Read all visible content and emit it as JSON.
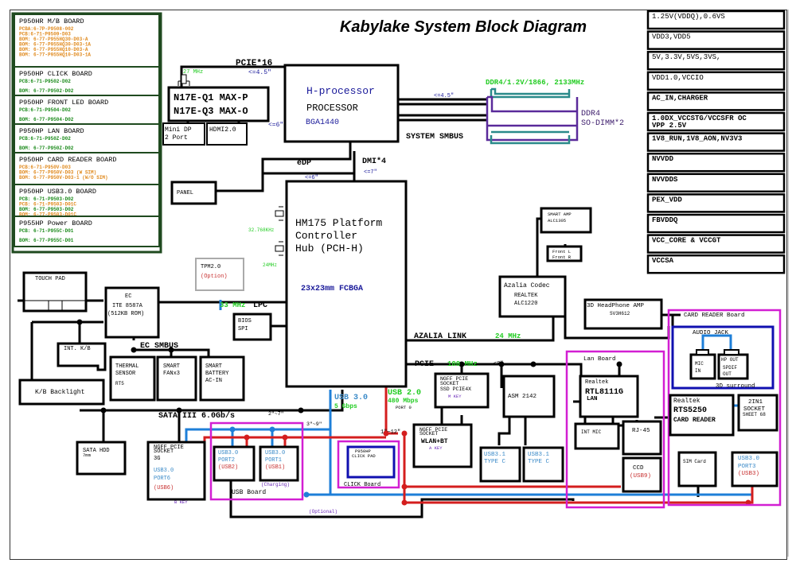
{
  "title": "Kabylake System Block Diagram",
  "boards": [
    {
      "name": "P950HR M/B BOARD",
      "lines": [
        {
          "text": "PCBA:6-7P-P9508-002",
          "color": "#e08a1e"
        },
        {
          "text": "PCB:6-71-P9509-D03",
          "color": "#e08a1e"
        },
        {
          "text": "BOM: 6-77-P955HQ30-D03-A",
          "color": "#e08a1e"
        },
        {
          "text": "BOM: 6-77-P955HQ30-D03-1A",
          "color": "#e08a1e"
        },
        {
          "text": "BOM: 6-77-P955HQ10-D03-A",
          "color": "#e08a1e"
        },
        {
          "text": "BOM: 6-77-P955HQ10-D03-1A",
          "color": "#e08a1e"
        }
      ]
    },
    {
      "name": "P950HP CLICK BOARD",
      "lines": [
        {
          "text": "PCB:6-71-P9502-D02",
          "color": "#1a8a1a"
        },
        {
          "text": "BOM: 6-77-P9502-D02",
          "color": "#1a8a1a"
        }
      ]
    },
    {
      "name": "P950HP FRONT LED BOARD",
      "lines": [
        {
          "text": "PCB:6-71-P9504-D02",
          "color": "#1a8a1a"
        },
        {
          "text": "BOM: 6-77-P9504-D02",
          "color": "#1a8a1a"
        }
      ]
    },
    {
      "name": "P950HP LAN BOARD",
      "lines": [
        {
          "text": "PCB:6-71-P950Z-D02",
          "color": "#1a8a1a"
        },
        {
          "text": "BOM: 6-77-P950Z-D02",
          "color": "#1a8a1a"
        }
      ]
    },
    {
      "name": "P950HP CARD READER BOARD",
      "lines": [
        {
          "text": "PCB:6-71-P950V-D03",
          "color": "#e08a1e"
        },
        {
          "text": "BOM: 6-77-P950V-D03 (W SIM)",
          "color": "#e08a1e"
        },
        {
          "text": "BOM: 6-77-P950V-D03-1 (W/O SIM)",
          "color": "#e08a1e"
        }
      ]
    },
    {
      "name": "P950HP USB3.0 BOARD",
      "lines": [
        {
          "text": "PCB: 6-71-P9503-D02",
          "color": "#1a8a1a"
        },
        {
          "text": "PCB: 6-71-P9503-D01C",
          "color": "#e08a1e"
        },
        {
          "text": "BOM: 6-77-P9503-D02",
          "color": "#1a8a1a"
        },
        {
          "text": "BOM: 6-77-P9503-D01C",
          "color": "#e08a1e"
        }
      ]
    },
    {
      "name": "P955HP Power BOARD",
      "lines": [
        {
          "text": "PCB: 6-71-P955C-D01",
          "color": "#1a8a1a"
        },
        {
          "text": "BOM: 6-77-P955C-D01",
          "color": "#1a8a1a"
        }
      ]
    }
  ],
  "power_rails": [
    [
      "1.25V(VDDQ),0.6VS"
    ],
    [
      "VDD3,VDD5"
    ],
    [
      "5V,3.3V,5VS,3VS,"
    ],
    [
      "VDD1.0,VCCIO"
    ],
    [
      "AC_IN,CHARGER"
    ],
    [
      "1.0DX_VCCSTG/VCCSFR OC",
      "VPP 2.5V"
    ],
    [
      "1V8_RUN,1V8_AON,NV3V3"
    ],
    [
      "NVVDD"
    ],
    [
      "NVVDDS"
    ],
    [
      "PEX_VDD"
    ],
    [
      "FBVDDQ"
    ],
    [
      "VCC_CORE & VCCGT"
    ],
    [
      "VCCSA"
    ]
  ],
  "gpu": {
    "line1": "N17E-Q1   MAX-P",
    "line2": "N17E-Q3   MAX-O",
    "crystal": "27 MHz",
    "bus": "PCIE*16",
    "bus_len": "<=4.5\"",
    "out_len": "<=6\""
  },
  "mini_dp": [
    "Mini DP",
    "2 Port"
  ],
  "hdmi": "HDMI2.0",
  "processor": {
    "line1": "H-processor",
    "line2": "PROCESSOR",
    "line3": "BGA1440"
  },
  "memory": {
    "spec": "DDR4/1.2V/1866, 2133MHz",
    "len": "<=4.5\"",
    "smbus": "SYSTEM SMBUS",
    "label1": "DDR4",
    "label2": "SO-DIMM*2"
  },
  "edp": {
    "label": "eDP",
    "len": "<=6\""
  },
  "dmi": {
    "label": "DMI*4",
    "len": "<=7\""
  },
  "panel": "PANEL",
  "pch": {
    "line1": "HM175 Platform",
    "line2": "Controller",
    "line3": "Hub (PCH-H)",
    "line4": "23x23mm FCBGA",
    "xtal1": "32.768KHz",
    "xtal2": "24MHz"
  },
  "tpm": {
    "line1": "TPM2.0",
    "line2": "(Option)"
  },
  "lpc": {
    "freq": "33 MHz",
    "label": "LPC"
  },
  "bios": [
    "BIOS",
    "SPI"
  ],
  "touchpad": "TOUCH PAD",
  "ec": {
    "line1": "EC",
    "line2": "ITE 8587A",
    "line3": "(512KB ROM)",
    "smbus": "EC SMBUS"
  },
  "int_kb": "INT. K/B",
  "kb_backlight": "K/B Backlight",
  "thermal": [
    "THERMAL",
    "SENSOR",
    "RT5"
  ],
  "fan": [
    "SMART",
    "FANx3"
  ],
  "battery": [
    "SMART",
    "BATTERY",
    "AC-IN"
  ],
  "azalia": {
    "label": "AZALIA LINK",
    "freq": "24 MHz"
  },
  "smart_amp": [
    "SMART AMP",
    "ALC1305"
  ],
  "front_spk": [
    "Front L",
    "Front R"
  ],
  "codec": [
    "Azalia Codec",
    "REALTEK",
    "ALC1220"
  ],
  "hp_amp": [
    "3D HeadPhone AMP",
    "SV3H612"
  ],
  "card_reader_board": {
    "title": "CARD READER Board",
    "audio_jack": "AUDIO JACK",
    "mic": [
      "MIC",
      "IN"
    ],
    "hp": [
      "HP OUT",
      "SPDIF",
      "OUT"
    ],
    "surround": "3D surround",
    "rts": [
      "Realtek",
      "RTS5250",
      "CARD READER"
    ],
    "socket": [
      "2IN1",
      "SOCKET",
      "SHEET 68"
    ],
    "sim": "SIM Card",
    "usb": [
      "USB3.0",
      "PORT3",
      "(USB3)"
    ]
  },
  "pcie": {
    "label": "PCIE",
    "freq": "100 MHz",
    "len": "<8\""
  },
  "ssd": [
    "NGFF PCIE",
    "SOCKET",
    "SSD PCIE4X",
    "M KEY"
  ],
  "asm": "ASM 2142",
  "typec": [
    "USB3.1",
    "TYPE C"
  ],
  "lan_board": {
    "title": "Lan Board",
    "chip": [
      "Realtek",
      "RTL8111G",
      "LAN"
    ],
    "int_mic": "INT MIC",
    "rj45": "RJ-45",
    "ccd": [
      "CCD",
      "(USB9)"
    ]
  },
  "usb30": [
    "USB 3.0",
    "5 Gbps"
  ],
  "usb20": [
    "USB 2.0",
    "480 Mbps",
    "PORT 0"
  ],
  "wlan": [
    "NGFF PCIE",
    "SOCKET",
    "WLAN+BT",
    "A KEY"
  ],
  "wlan_len": "1\"~12\"",
  "click_board": {
    "pad": [
      "P950HP",
      "CLICK PAD"
    ],
    "title": "CLICK Board"
  },
  "sata": {
    "label": "SATA III 6.0Gb/s",
    "len1": "2\"~7\"",
    "len2": "3\"~9\""
  },
  "hdd": [
    "SATA HDD",
    "7mm"
  ],
  "ngff3g": [
    "NGFF PCIE",
    "SOCKET",
    "3G",
    "USB3.0",
    "PORT6",
    "(USB6)",
    "B KEY"
  ],
  "usb_board": {
    "title": "USB Board",
    "port2": [
      "USB3.0",
      "PORT2",
      "(USB2)"
    ],
    "port1": [
      "USB3.0",
      "PORT1",
      "(USB1)"
    ],
    "charging": "(Charging)"
  },
  "optional": "(Optional)",
  "colors": {
    "green": "#22cc22",
    "navy": "#1a1a9a",
    "blue_text": "#3a8ac8",
    "red_text": "#c83232",
    "purple": "#6a28b8",
    "teal": "#2a8a8a"
  }
}
